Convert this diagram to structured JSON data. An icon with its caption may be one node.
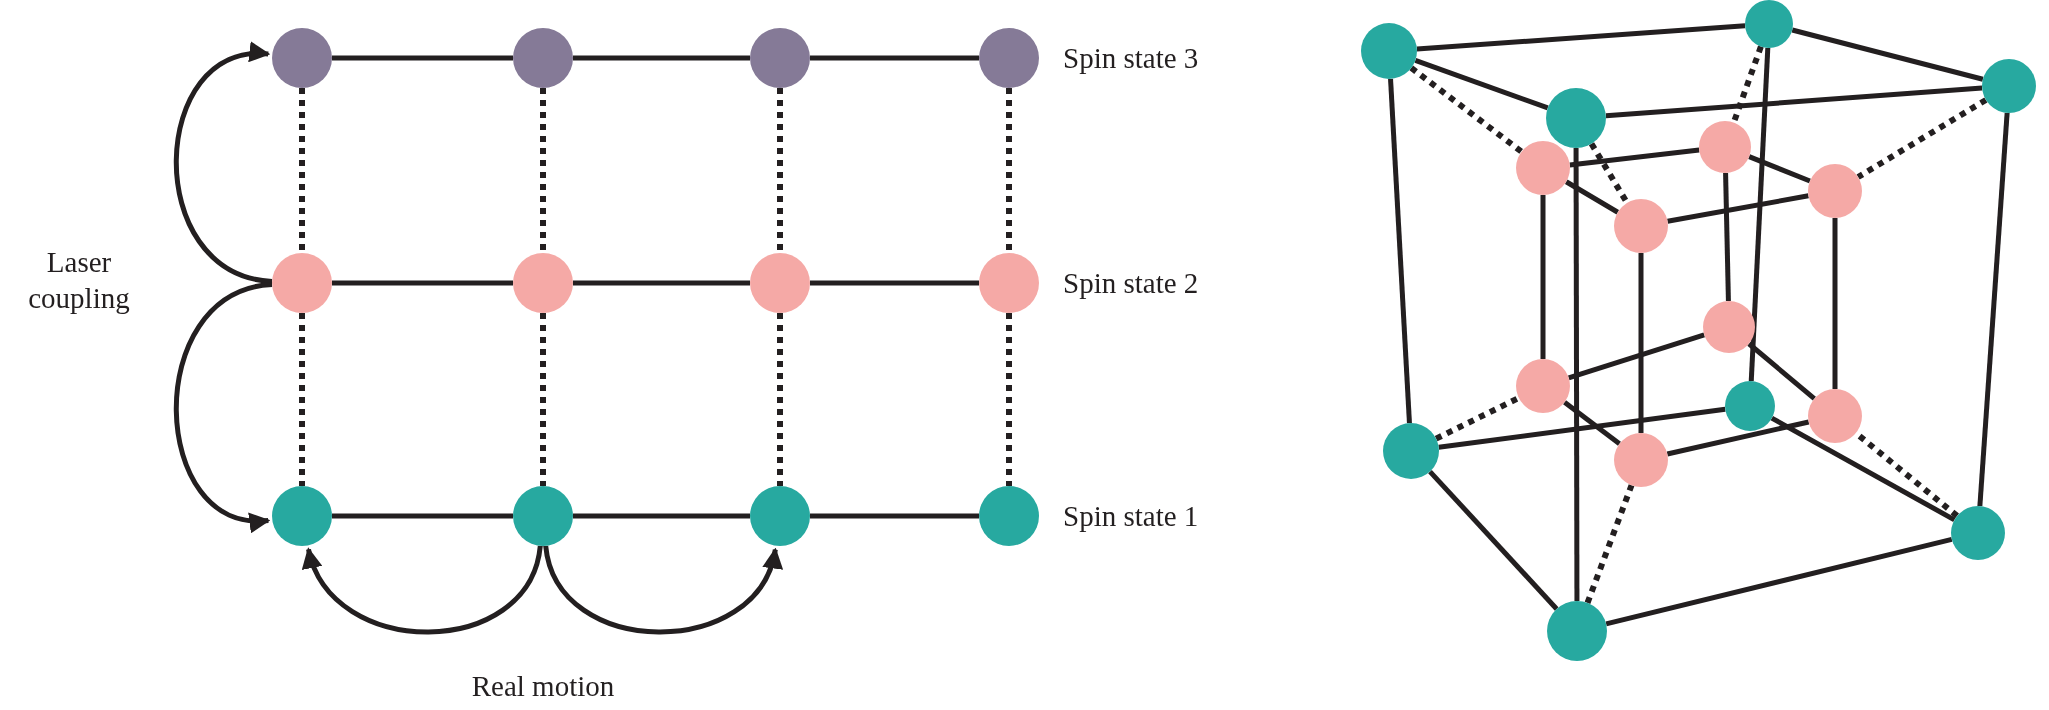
{
  "diagram": {
    "nodes": [
      {
        "text": [],
        "shape": "circle"
      },
      {
        "text": [],
        "shape": "circle"
      },
      {
        "text": [],
        "shape": "circle"
      },
      {
        "text": [],
        "shape": "circle"
      },
      {
        "text": [],
        "shape": "circle"
      },
      {
        "text": [],
        "shape": "circle"
      },
      {
        "text": [],
        "shape": "circle"
      },
      {
        "text": [],
        "shape": "circle"
      },
      {
        "text": [],
        "shape": "circle"
      },
      {
        "text": [],
        "shape": "circle"
      },
      {
        "text": [],
        "shape": "circle"
      },
      {
        "text": [],
        "shape": "circle"
      },
      {
        "text": [],
        "shape": "circle"
      },
      {
        "text": [],
        "shape": "circle"
      },
      {
        "text": [],
        "shape": "circle"
      },
      {
        "text": [],
        "shape": "circle"
      },
      {
        "text": [],
        "shape": "circle"
      },
      {
        "text": [],
        "shape": "circle"
      },
      {
        "text": [],
        "shape": "circle"
      },
      {
        "text": [],
        "shape": "circle"
      },
      {
        "text": [],
        "shape": "circle"
      },
      {
        "text": [],
        "shape": "circle"
      },
      {
        "text": [],
        "shape": "circle"
      },
      {
        "text": [],
        "shape": "circle"
      },
      {
        "text": [],
        "shape": "circle"
      },
      {
        "text": [],
        "shape": "circle"
      },
      {
        "text": [],
        "shape": "circle"
      },
      {
        "text": [],
        "shape": "circle"
      }
    ],
    "edges": [
      {
        "from": 0,
        "to": 1,
        "arrow": "none"
      },
      {
        "from": 1,
        "to": 2,
        "arrow": "none"
      },
      {
        "from": 2,
        "to": 3,
        "arrow": "none"
      },
      {
        "from": 4,
        "to": 5,
        "arrow": "none"
      },
      {
        "from": 5,
        "to": 6,
        "arrow": "none"
      },
      {
        "from": 6,
        "to": 7,
        "arrow": "none"
      },
      {
        "from": 8,
        "to": 9,
        "arrow": "none"
      },
      {
        "from": 9,
        "to": 10,
        "arrow": "none"
      },
      {
        "from": 10,
        "to": 11,
        "arrow": "none"
      },
      {
        "from": 0,
        "to": 4,
        "arrow": "none",
        "style": "dashed"
      },
      {
        "from": 4,
        "to": 8,
        "arrow": "none",
        "style": "dashed"
      },
      {
        "from": 1,
        "to": 5,
        "arrow": "none",
        "style": "dashed"
      },
      {
        "from": 5,
        "to": 9,
        "arrow": "none",
        "style": "dashed"
      },
      {
        "from": 2,
        "to": 6,
        "arrow": "none",
        "style": "dashed"
      },
      {
        "from": 6,
        "to": 10,
        "arrow": "none",
        "style": "dashed"
      },
      {
        "from": 3,
        "to": 7,
        "arrow": "none",
        "style": "dashed"
      },
      {
        "from": 7,
        "to": 11,
        "arrow": "none",
        "style": "dashed"
      },
      {
        "from": 4,
        "to": 0,
        "arrow": "to"
      },
      {
        "from": 4,
        "to": 8,
        "arrow": "to"
      },
      {
        "from": 9,
        "to": 8,
        "arrow": "to"
      },
      {
        "from": 9,
        "to": 10,
        "arrow": "to"
      },
      {
        "from": 13,
        "to": 12,
        "arrow": "none"
      },
      {
        "from": 12,
        "to": 14,
        "arrow": "none"
      },
      {
        "from": 13,
        "to": 15,
        "arrow": "none"
      },
      {
        "from": 15,
        "to": 14,
        "arrow": "none"
      },
      {
        "from": 13,
        "to": 24,
        "arrow": "none"
      },
      {
        "from": 15,
        "to": 27,
        "arrow": "none"
      },
      {
        "from": 12,
        "to": 22,
        "arrow": "none"
      },
      {
        "from": 14,
        "to": 26,
        "arrow": "none"
      },
      {
        "from": 24,
        "to": 27,
        "arrow": "none"
      },
      {
        "from": 27,
        "to": 26,
        "arrow": "none"
      },
      {
        "from": 24,
        "to": 22,
        "arrow": "none"
      },
      {
        "from": 22,
        "to": 26,
        "arrow": "none"
      },
      {
        "from": 17,
        "to": 16,
        "arrow": "none"
      },
      {
        "from": 17,
        "to": 19,
        "arrow": "none"
      },
      {
        "from": 16,
        "to": 18,
        "arrow": "none"
      },
      {
        "from": 19,
        "to": 18,
        "arrow": "none"
      },
      {
        "from": 17,
        "to": 21,
        "arrow": "none"
      },
      {
        "from": 16,
        "to": 20,
        "arrow": "none"
      },
      {
        "from": 18,
        "to": 23,
        "arrow": "none"
      },
      {
        "from": 19,
        "to": 25,
        "arrow": "none"
      },
      {
        "from": 21,
        "to": 20,
        "arrow": "none"
      },
      {
        "from": 21,
        "to": 25,
        "arrow": "none"
      },
      {
        "from": 20,
        "to": 23,
        "arrow": "none"
      },
      {
        "from": 25,
        "to": 23,
        "arrow": "none"
      },
      {
        "from": 13,
        "to": 17,
        "arrow": "none",
        "style": "dashed"
      },
      {
        "from": 12,
        "to": 16,
        "arrow": "none",
        "style": "dashed"
      },
      {
        "from": 14,
        "to": 18,
        "arrow": "none",
        "style": "dashed"
      },
      {
        "from": 15,
        "to": 19,
        "arrow": "none",
        "style": "dashed"
      },
      {
        "from": 24,
        "to": 21,
        "arrow": "none",
        "style": "dashed"
      },
      {
        "from": 26,
        "to": 23,
        "arrow": "none",
        "style": "dashed"
      },
      {
        "from": 27,
        "to": 25,
        "arrow": "none",
        "style": "dashed"
      }
    ],
    "labels": [
      "Spin state 3",
      "Laser coupling",
      "Spin state 2",
      "Spin state 1",
      "Real motion"
    ]
  }
}
